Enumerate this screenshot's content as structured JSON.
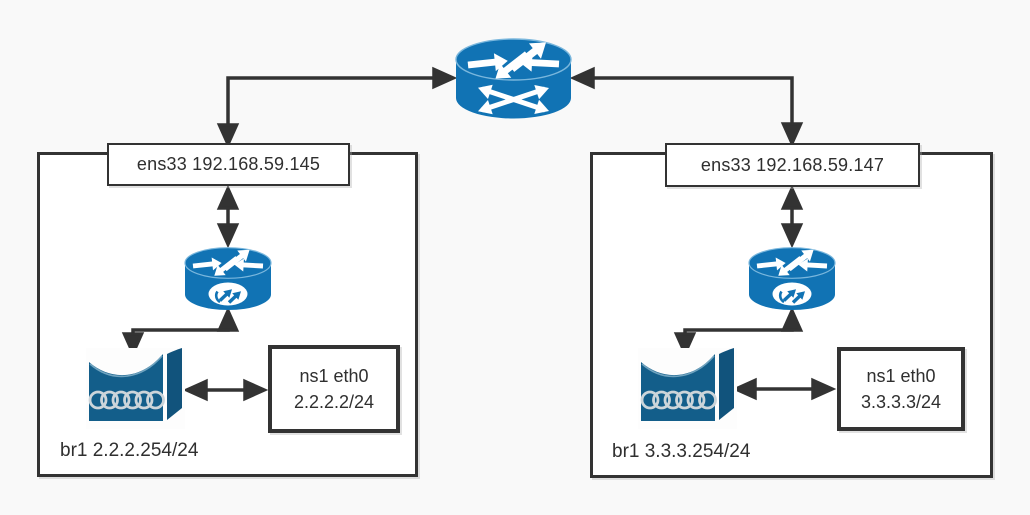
{
  "colors": {
    "background": "#f9f9f9",
    "box_fill": "#ffffff",
    "line": "#333333",
    "device_blue": "#1173b4",
    "bridge_blue": "#135e8a"
  },
  "switch": {
    "icon": "multilayer-switch-icon"
  },
  "hosts": [
    {
      "side": "left",
      "nic_label": "ens33 192.168.59.145",
      "router_icon": "router-icon",
      "bridge_icon": "bridge-icon",
      "namespace": {
        "line1": "ns1 eth0",
        "line2": "2.2.2.2/24"
      },
      "bridge_label": "br1 2.2.2.254/24"
    },
    {
      "side": "right",
      "nic_label": "ens33 192.168.59.147",
      "router_icon": "router-icon",
      "bridge_icon": "bridge-icon",
      "namespace": {
        "line1": "ns1 eth0",
        "line2": "3.3.3.3/24"
      },
      "bridge_label": "br1 3.3.3.254/24"
    }
  ]
}
